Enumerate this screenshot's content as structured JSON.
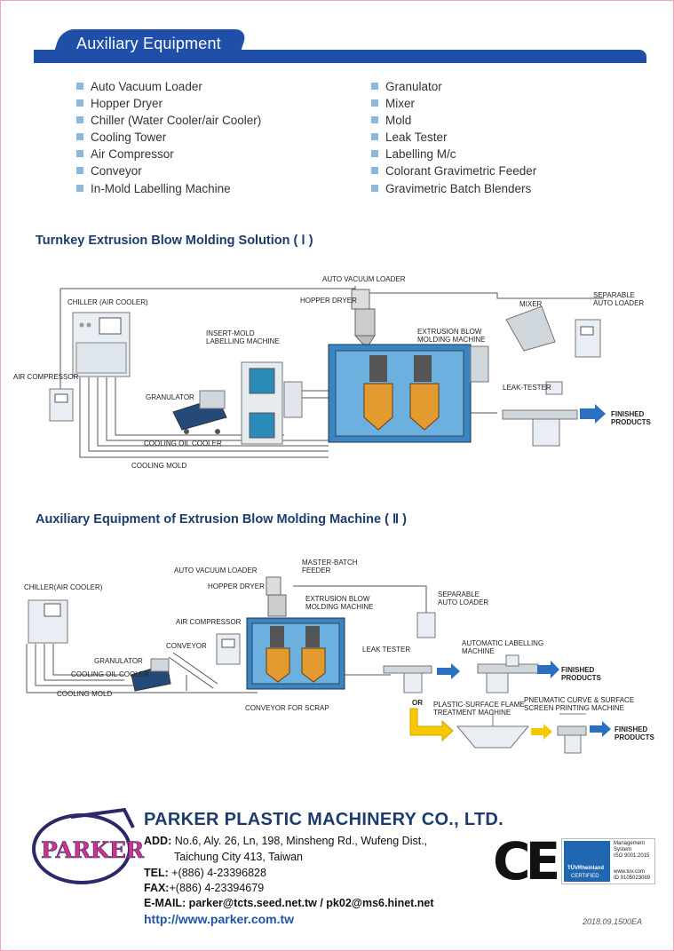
{
  "header": {
    "title": "Auxiliary Equipment"
  },
  "list_left": [
    "Auto Vacuum Loader",
    "Hopper Dryer",
    "Chiller (Water Cooler/air Cooler)",
    "Cooling Tower",
    "Air Compressor",
    "Conveyor",
    "In-Mold Labelling Machine"
  ],
  "list_right": [
    "Granulator",
    "Mixer",
    "Mold",
    "Leak Tester",
    "Labelling M/c",
    "Colorant Gravimetric Feeder",
    "Gravimetric Batch Blenders"
  ],
  "section1": {
    "title": "Turnkey Extrusion Blow Molding Solution ( Ⅰ )",
    "labels": {
      "auto_vacuum_loader": "AUTO VACUUM LOADER",
      "chiller": "CHILLER (AIR COOLER)",
      "hopper_dryer": "HOPPER DRYER",
      "mixer": "MIXER",
      "separable1": "SEPARABLE",
      "separable2": "AUTO LOADER",
      "insert1": "INSERT-MOLD",
      "insert2": "LABELLING MACHINE",
      "ebm1": "EXTRUSION BLOW",
      "ebm2": "MOLDING  MACHINE",
      "air_compressor": "AIR COMPRESSOR",
      "granulator": "GRANULATOR",
      "leak_tester": "LEAK-TESTER",
      "finished1": "FINISHED",
      "finished2": "PRODUCTS",
      "cooling_oil": "COOLING OIL COOLER",
      "cooling_mold": "COOLING MOLD"
    }
  },
  "section2": {
    "title": "Auxiliary Equipment of Extrusion Blow Molding Machine ( Ⅱ )",
    "labels": {
      "master1": "MASTER-BATCH",
      "master2": "FEEDER",
      "auto_vacuum_loader": "AUTO VACUUM LOADER",
      "chiller": "CHILLER(AIR COOLER)",
      "hopper_dryer": "HOPPER DRYER",
      "separable1": "SEPARABLE",
      "separable2": "AUTO LOADER",
      "ebm1": "EXTRUSION BLOW",
      "ebm2": "MOLDING MACHINE",
      "air_compressor": "AIR COMPRESSOR",
      "auto_label1": "AUTOMATIC LABELLING",
      "auto_label2": "MACHINE",
      "conveyor": "CONVEYOR",
      "leak_tester": "LEAK TESTER",
      "granulator": "GRANULATOR",
      "cooling_oil": "COOLING OIL COOLER",
      "finished1": "FINISHED",
      "finished2": "PRODUCTS",
      "cooling_mold": "COOLING MOLD",
      "or": "OR",
      "flame1": "PLASTIC-SURFACE FLAME",
      "flame2": "TREATMENT MACHINE",
      "pneu1": "PNEUMATIC CURVE & SURFACE",
      "pneu2": "SCREEN PRINTING MACHINE",
      "scrap": "CONVEYOR FOR SCRAP",
      "finished3": "FINISHED",
      "finished4": "PRODUCTS"
    }
  },
  "footer": {
    "logo_text": "PARKER",
    "company": "PARKER PLASTIC MACHINERY CO., LTD.",
    "add_label": "ADD:",
    "add_line1": " No.6, Aly. 26, Ln, 198, Minsheng Rd., Wufeng Dist.,",
    "add_line2": "Taichung City 413, Taiwan",
    "tel_label": "TEL:",
    "tel": " +(886) 4-23396828",
    "fax_label": "FAX:",
    "fax": "+(886) 4-23394679",
    "email": "E-MAIL: parker@tcts.seed.net.tw  /  pk02@ms6.hinet.net",
    "url": "http://www.parker.com.tw",
    "code": "2018.09.1500EA",
    "ce": "CE",
    "tuv1": "Management",
    "tuv2": "System",
    "tuv3": "ISO 9001:2015",
    "tuv4": "TÜVRheinland",
    "tuv5": "CERTIFIED",
    "tuv6": "www.tuv.com",
    "tuv7": "ID 9105023089"
  }
}
